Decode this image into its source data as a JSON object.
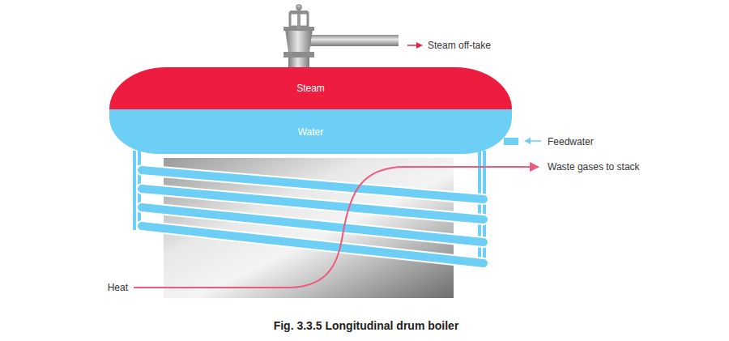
{
  "diagram": {
    "caption": "Fig. 3.3.5 Longitudinal drum boiler",
    "nodes": [
      {
        "text": [
          "Steam"
        ]
      },
      {
        "text": [
          "Water"
        ]
      }
    ],
    "labels": [
      "Steam off-take",
      "Feedwater",
      "Waste gases to stack",
      "Heat"
    ]
  }
}
